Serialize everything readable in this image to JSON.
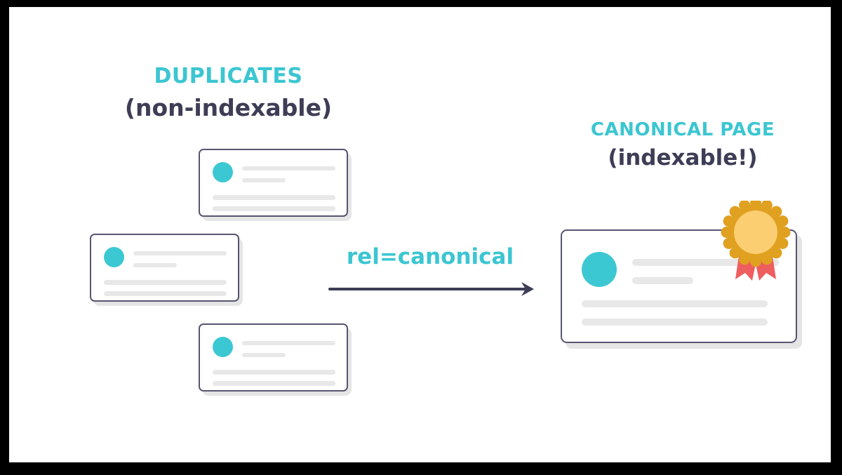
{
  "diagram": {
    "title_left_main": "DUPLICATES",
    "title_left_sub": "(non-indexable)",
    "title_right_main": "CANONICAL PAGE",
    "title_right_sub": "(indexable!)",
    "relation_label": "rel=canonical",
    "colors": {
      "teal": "#3CC8D2",
      "heading_teal": "#3BC6D1",
      "navy": "#3D3D56",
      "card_border": "#565672",
      "line_gray": "#E8E8E8",
      "badge_ring": "#E0A020",
      "badge_center": "#FBCE72",
      "ribbon_red": "#EF5E5E",
      "frame": "#000000",
      "canvas": "#FFFFFF"
    },
    "duplicate_cards": [
      {
        "id": "card-top",
        "position": "top"
      },
      {
        "id": "card-mid",
        "position": "middle-left"
      },
      {
        "id": "card-bot",
        "position": "bottom"
      }
    ],
    "canonical_card": {
      "id": "card-canonical",
      "badge": "award-rosette"
    },
    "arrow": {
      "direction": "left-to-right"
    }
  }
}
